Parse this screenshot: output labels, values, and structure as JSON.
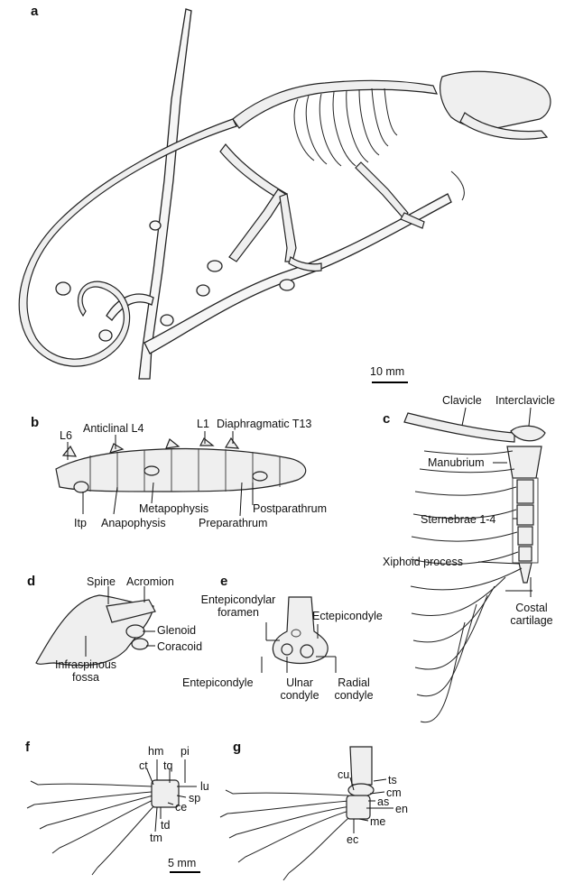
{
  "panels": {
    "a": {
      "letter": "a",
      "scale": "10 mm"
    },
    "b": {
      "letter": "b",
      "labels": {
        "l6": "L6",
        "anticlinal": "Anticlinal L4",
        "l1": "L1",
        "diaphragmatic": "Diaphragmatic T13",
        "metapophysis": "Metapophysis",
        "postparathrum": "Postparathrum",
        "itp": "Itp",
        "anapophysis": "Anapophysis",
        "preparathrum": "Preparathrum"
      }
    },
    "c": {
      "letter": "c",
      "labels": {
        "clavicle": "Clavicle",
        "interclavicle": "Interclavicle",
        "manubrium": "Manubrium",
        "sternebrae": "Sternebrae 1-4",
        "xiphoid": "Xiphoid process",
        "costal_1": "Costal",
        "costal_2": "cartilage"
      }
    },
    "d": {
      "letter": "d",
      "labels": {
        "spine": "Spine",
        "acromion": "Acromion",
        "glenoid": "Glenoid",
        "coracoid": "Coracoid",
        "infraspinous_1": "Infraspinous",
        "infraspinous_2": "fossa"
      }
    },
    "e": {
      "letter": "e",
      "labels": {
        "entepicondylar_1": "Entepicondylar",
        "entepicondylar_2": "foramen",
        "ectepicondyle": "Ectepicondyle",
        "entepicondyle": "Entepicondyle",
        "ulnar_1": "Ulnar",
        "ulnar_2": "condyle",
        "radial_1": "Radial",
        "radial_2": "condyle"
      }
    },
    "f": {
      "letter": "f",
      "scale": "5 mm",
      "labels": {
        "hm": "hm",
        "pi": "pi",
        "ct": "ct",
        "tq": "tq",
        "lu": "lu",
        "sp": "sp",
        "ce": "ce",
        "td": "td",
        "tm": "tm"
      }
    },
    "g": {
      "letter": "g",
      "labels": {
        "cu": "cu",
        "ts": "ts",
        "cm": "cm",
        "as": "as",
        "en": "en",
        "me": "me",
        "ec": "ec"
      }
    }
  }
}
